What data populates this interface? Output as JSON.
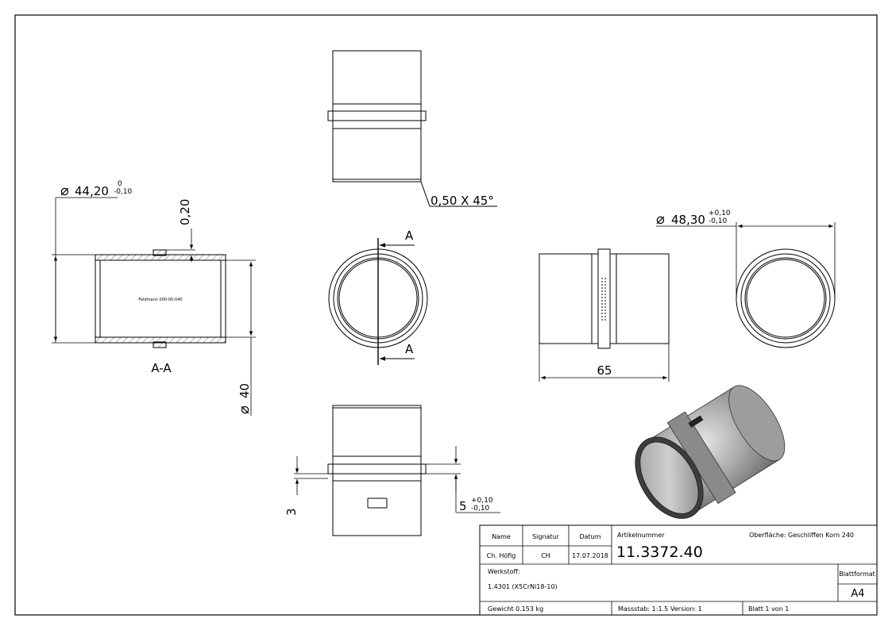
{
  "dimensions": {
    "outer_diameter_section": {
      "value": "44,20",
      "tol_upper": "0",
      "tol_lower": "-0,10"
    },
    "step_height": "0,20",
    "inner_diameter": "40",
    "chamfer": "0,50 X 45°",
    "outer_diameter_ring": {
      "value": "48,30",
      "tol_upper": "+0,10",
      "tol_lower": "-0,10"
    },
    "length": "65",
    "ring_thickness": "3",
    "ring_position": {
      "value": "5",
      "tol_upper": "+0,10",
      "tol_lower": "-0,10"
    }
  },
  "section_label": "A-A",
  "section_marker": "A",
  "part_marking": "Feldmann 000-00-040",
  "title_block": {
    "headers": {
      "name": "Name",
      "signature": "Signatur",
      "date": "Datum",
      "article": "Artikelnummer"
    },
    "values": {
      "name": "Ch. Höfig",
      "signature": "CH",
      "date": "17.07.2018"
    },
    "article_number": "11.3372.40",
    "surface_label": "Oberfläche:",
    "surface_value": "Geschliffen Korn 240",
    "material_label": "Werkstoff:",
    "material_value": "1.4301 (X5CrNi18-10)",
    "sheet_format_label": "Blattformat",
    "sheet_format_value": "A4",
    "weight": "Gewicht 0.153 kg",
    "scale": "Massstab: 1:1.5",
    "version": "Version: 1",
    "sheet": "Blatt 1 von 1"
  }
}
